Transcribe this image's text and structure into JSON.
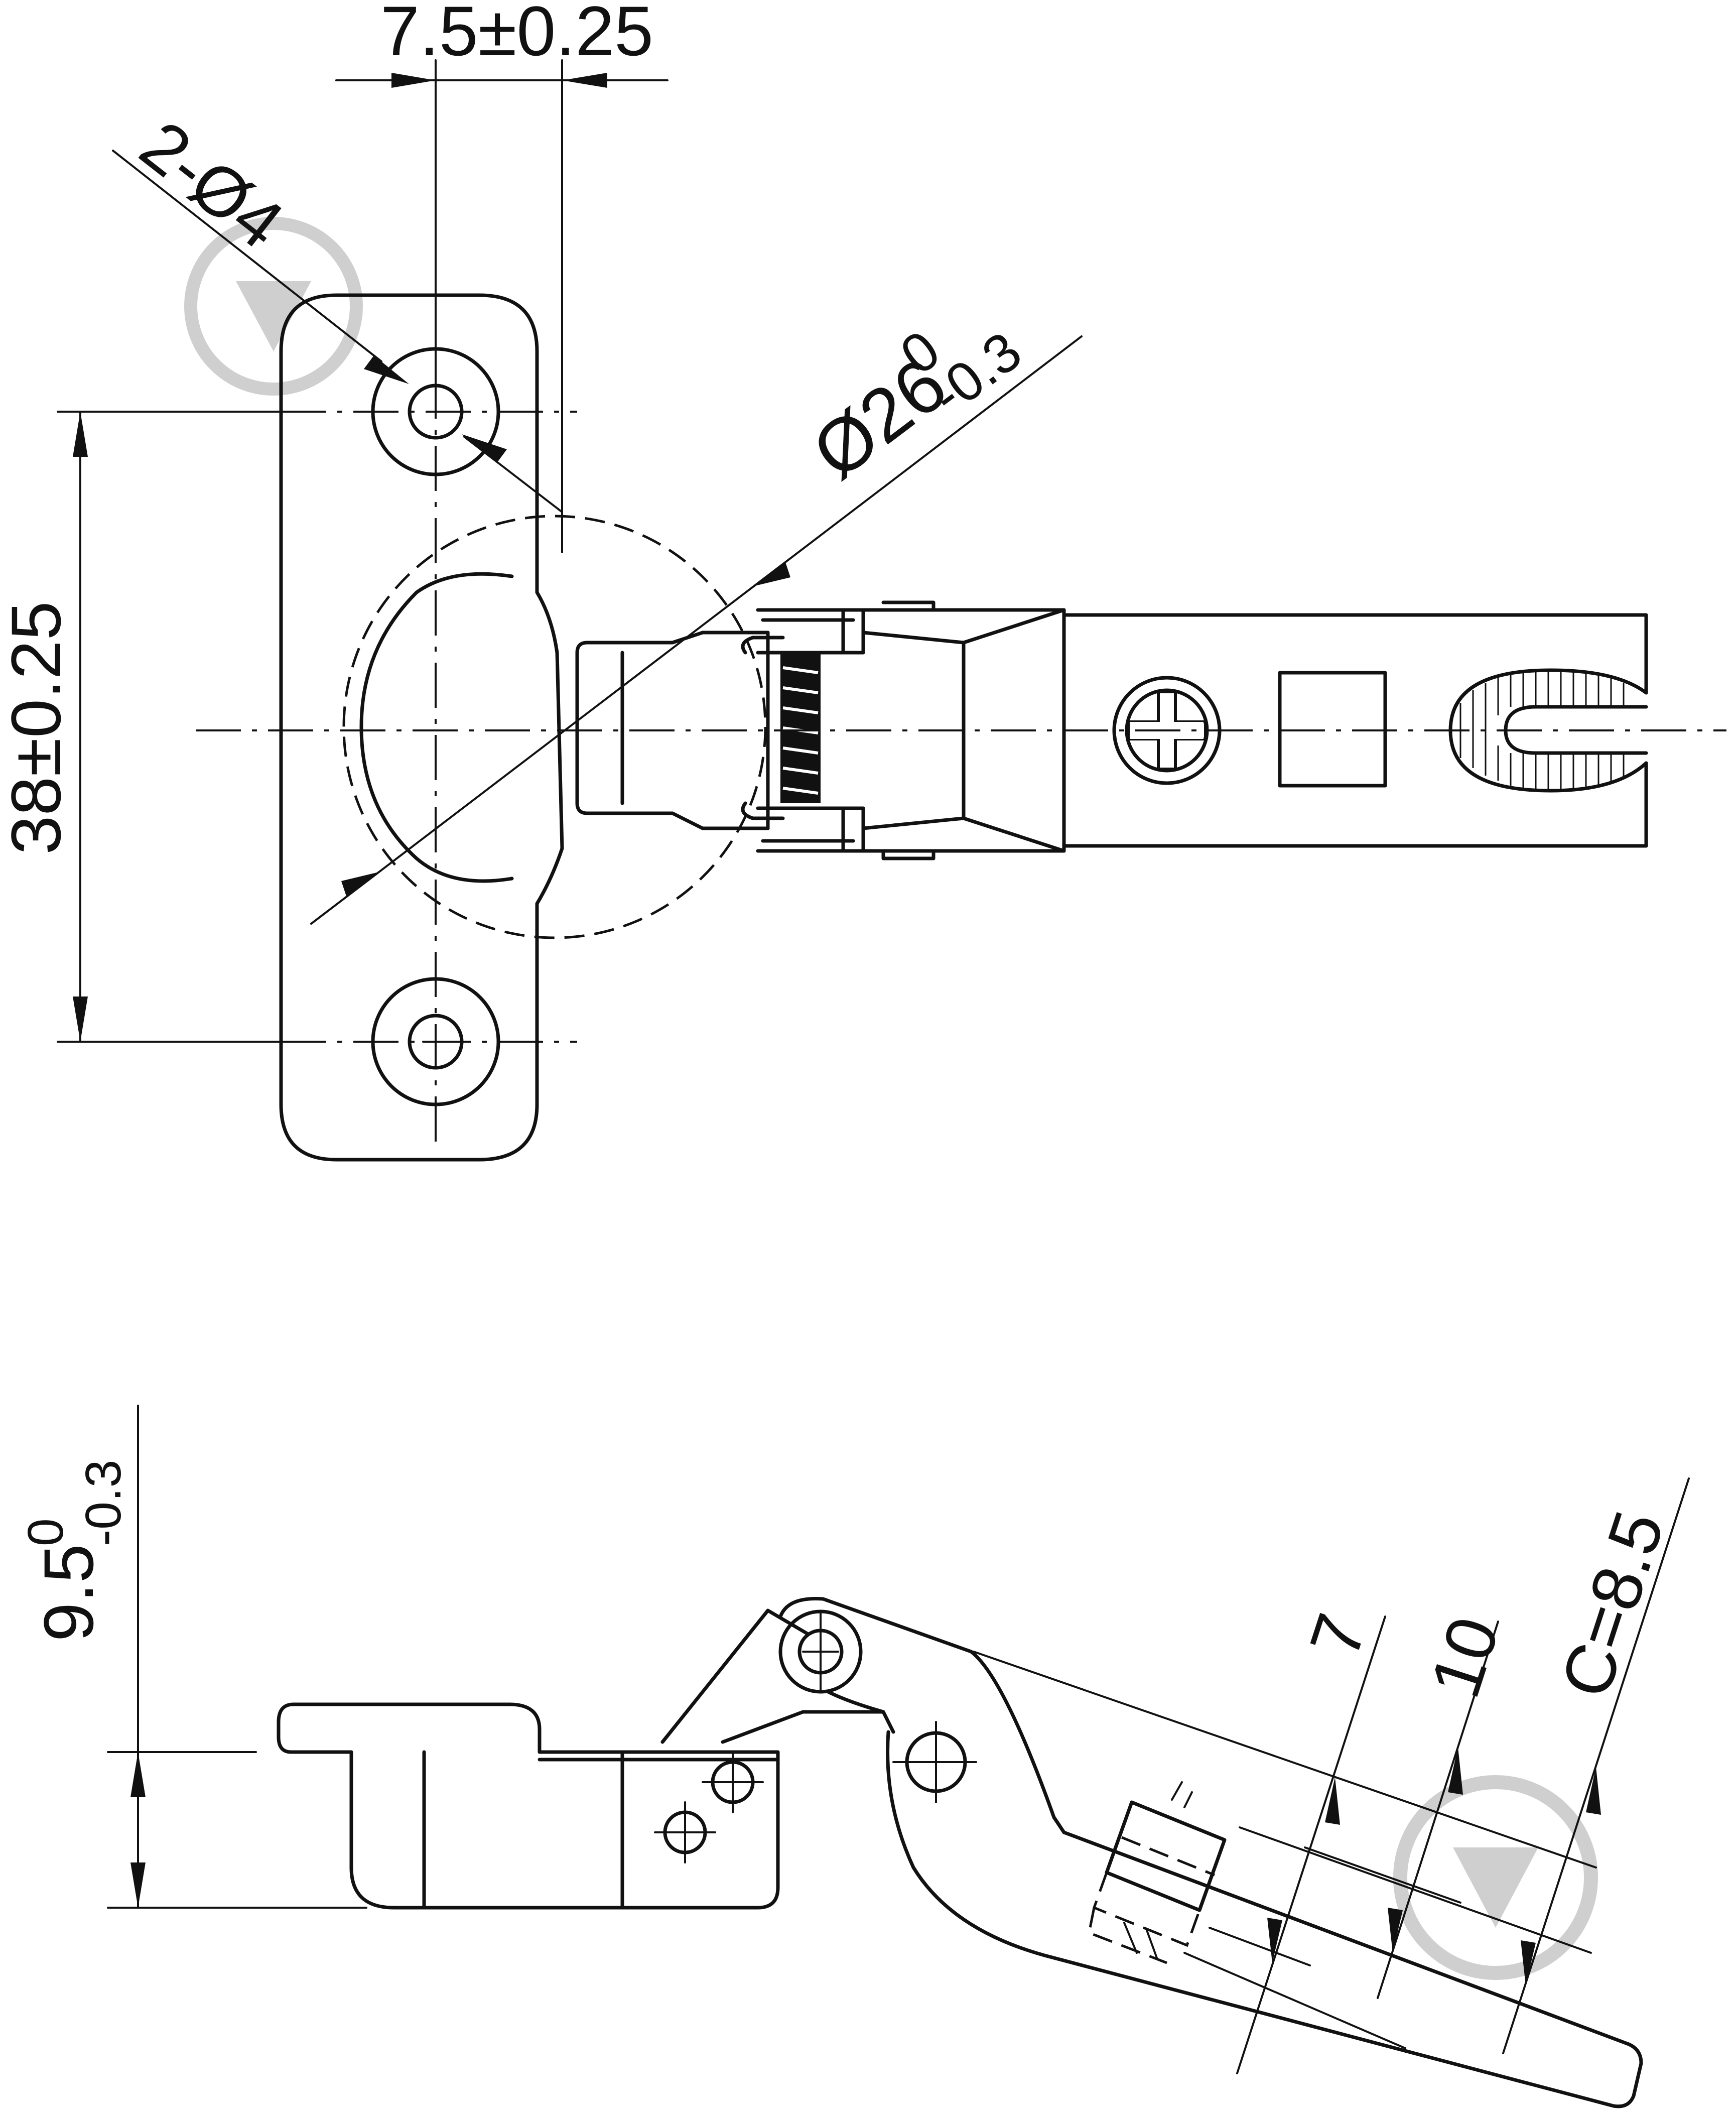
{
  "drawing": {
    "top_view": {
      "dimensions": {
        "hole_offset": "7.5±0.25",
        "holes": "2-Ø4",
        "cup_diameter_main": "Ø26",
        "cup_diameter_upper_tol": "0",
        "cup_diameter_lower_tol": "-0.3",
        "hole_spacing": "38±0.25"
      }
    },
    "side_view": {
      "dimensions": {
        "cup_depth_main": "9.5",
        "cup_depth_upper_tol": "0",
        "cup_depth_lower_tol": "-0.3",
        "dim_7": "7",
        "dim_10": "10",
        "overlay": "C=8.5"
      }
    },
    "colors": {
      "line": "#111111",
      "watermark": "#cfcfcf"
    }
  }
}
